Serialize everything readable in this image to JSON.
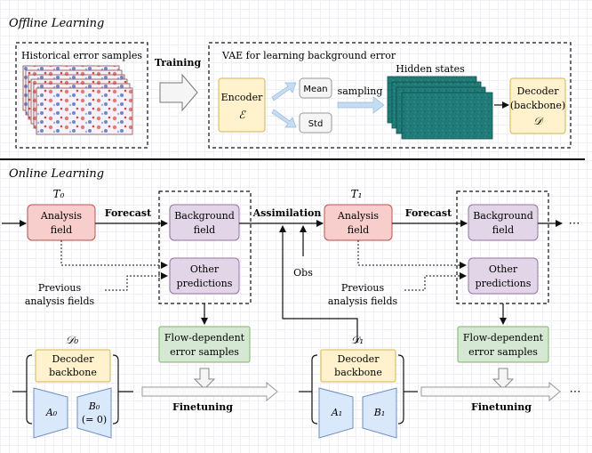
{
  "offline": {
    "section_label": "Offline Learning",
    "historical_label": "Historical error samples",
    "training_label": "Training",
    "vae_label": "VAE for learning background error",
    "encoder_label": "Encoder",
    "encoder_symbol": "ℰ",
    "mean_label": "Mean",
    "std_label": "Std",
    "sampling_label": "sampling",
    "hidden_states_label": "Hidden states",
    "decoder_line1": "Decoder",
    "decoder_line2": "(backbone)",
    "decoder_symbol": "𝒟"
  },
  "online": {
    "section_label": "Online Learning",
    "t0": "T₀",
    "t1": "T₁",
    "analysis_line1": "Analysis",
    "analysis_line2": "field",
    "forecast_label": "Forecast",
    "background_line1": "Background",
    "background_line2": "field",
    "assimilation_label": "Assimilation",
    "obs_label": "Obs",
    "other_line1": "Other",
    "other_line2": "predictions",
    "previous_line1": "Previous",
    "previous_line2": "analysis fields",
    "flow_line1": "Flow-dependent",
    "flow_line2": "error samples",
    "d0": "𝒟₀",
    "d1": "𝒟₁",
    "decoder_backbone_line1": "Decoder",
    "decoder_backbone_line2": "backbone",
    "a0": "A₀",
    "b0": "B₀",
    "b0_note": "(= 0)",
    "a1": "A₁",
    "b1": "B₁",
    "finetuning_label": "Finetuning",
    "ellipsis": "⋯"
  },
  "colors": {
    "analysis_fill": "#f8cecc",
    "analysis_stroke": "#b85450",
    "background_fill": "#e1d5e7",
    "background_stroke": "#9673a6",
    "flow_fill": "#d5e8d4",
    "flow_stroke": "#82b366",
    "decoder_fill": "#fff2cc",
    "decoder_stroke": "#d6b656",
    "lora_fill": "#dae8fc",
    "lora_stroke": "#6c8ebf",
    "gray_fill": "#f5f5f5",
    "gray_stroke": "#999999",
    "light_blue_arrow": "#c5ddf3",
    "heatmap_teal": "#1f7a78"
  }
}
